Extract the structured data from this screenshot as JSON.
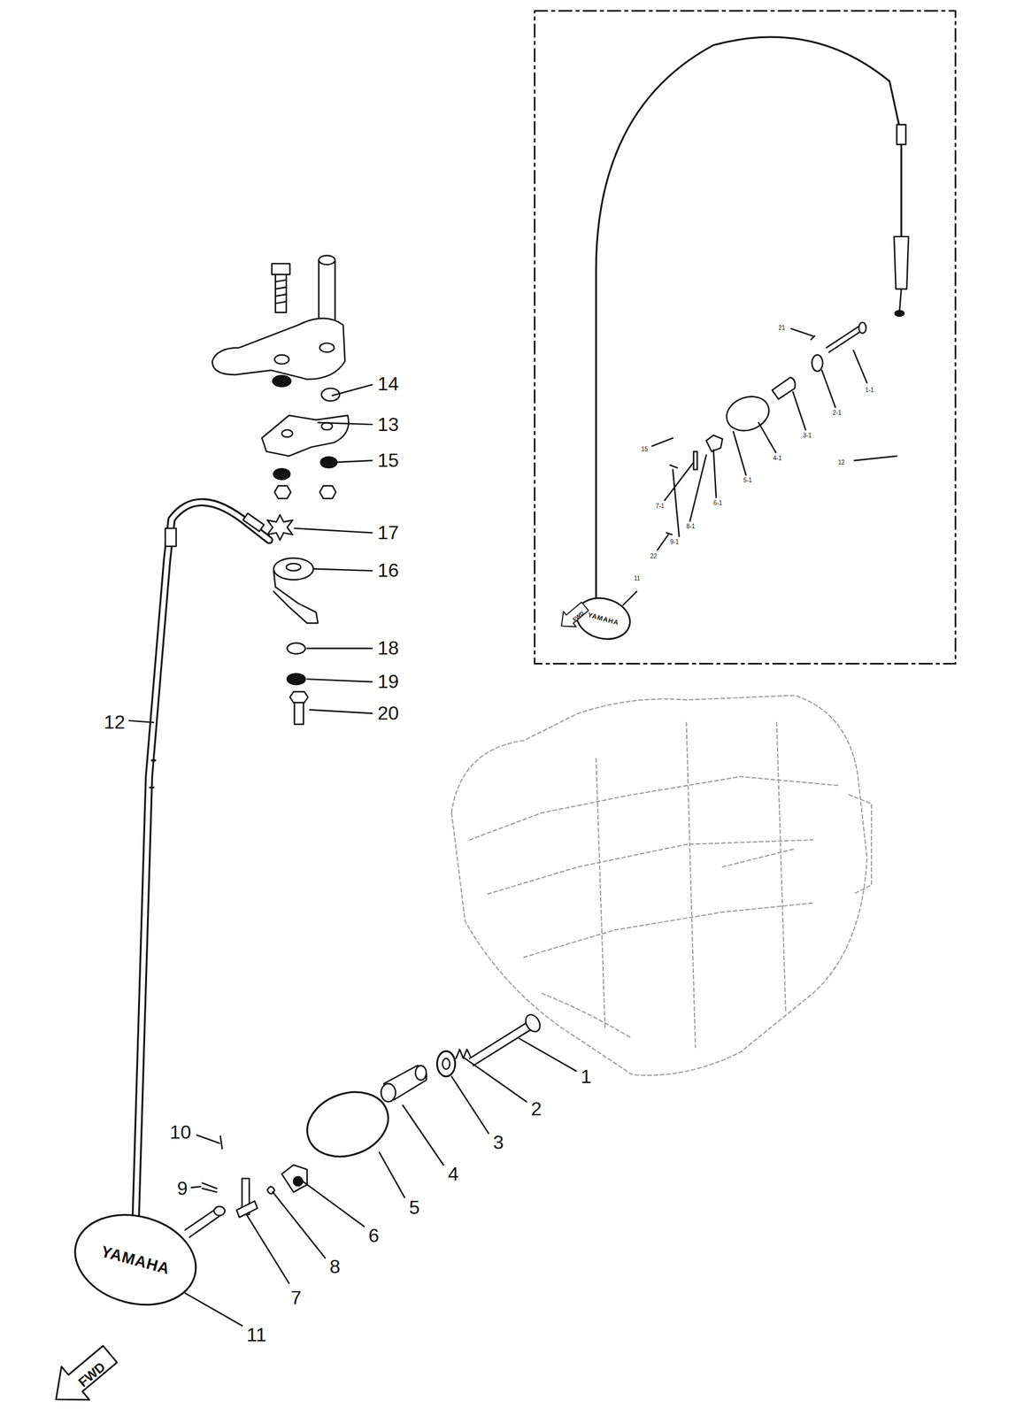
{
  "diagram": {
    "labels": [
      "14",
      "13",
      "15",
      "17",
      "16",
      "18",
      "19",
      "20",
      "12",
      "1",
      "2",
      "3",
      "4",
      "5",
      "6",
      "8",
      "7",
      "9",
      "10",
      "11",
      "YAMAHA",
      "FWD",
      "12",
      "21",
      "1-1",
      "2-1",
      "3-1",
      "4-1",
      "5-1",
      "6-1",
      "7-1",
      "8-1",
      "9-1",
      "15",
      "22",
      "11",
      "YAMAHA",
      "FWD"
    ]
  }
}
